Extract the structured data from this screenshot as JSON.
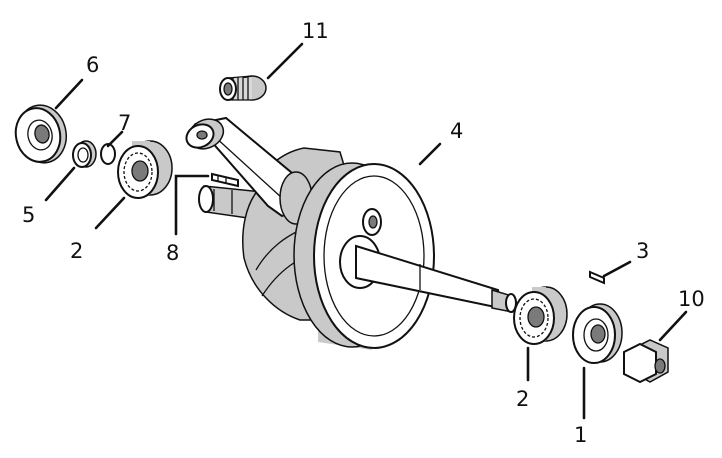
{
  "callouts": [
    {
      "id": "1",
      "text": "1"
    },
    {
      "id": "2a",
      "text": "2"
    },
    {
      "id": "2b",
      "text": "2"
    },
    {
      "id": "3",
      "text": "3"
    },
    {
      "id": "4",
      "text": "4"
    },
    {
      "id": "5",
      "text": "5"
    },
    {
      "id": "6",
      "text": "6"
    },
    {
      "id": "7",
      "text": "7"
    },
    {
      "id": "8",
      "text": "8"
    },
    {
      "id": "10",
      "text": "10"
    },
    {
      "id": "11",
      "text": "11"
    }
  ]
}
